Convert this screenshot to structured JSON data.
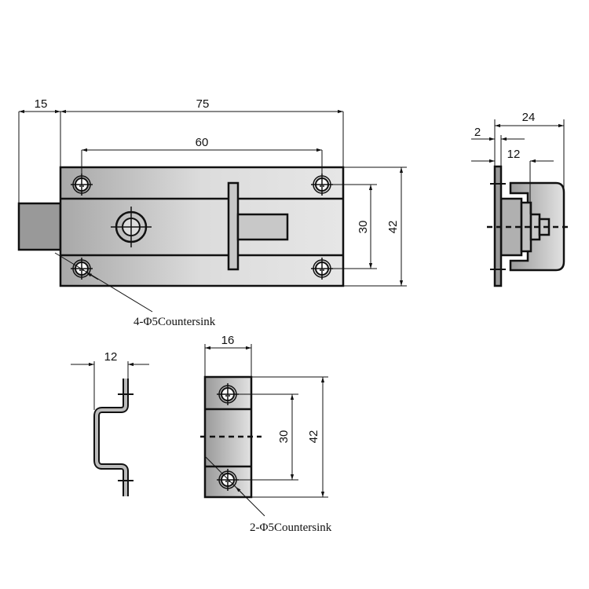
{
  "main_view": {
    "dim_bolt_extension": "15",
    "dim_overall_length": "75",
    "dim_hole_spacing_length": "60",
    "dim_hole_spacing_height": "30",
    "dim_overall_height": "42",
    "hole_note": "4-Φ5Countersink"
  },
  "side_view": {
    "dim_depth": "24",
    "dim_plate_thickness": "2",
    "dim_bolt_offset": "12"
  },
  "keeper_side_view": {
    "dim_offset": "12"
  },
  "keeper_front_view": {
    "dim_width": "16",
    "dim_hole_spacing": "30",
    "dim_height": "42",
    "hole_note": "2-Φ5Countersink"
  },
  "colors": {
    "fill_light": "#e4e4e4",
    "fill_dark": "#9c9c9c",
    "line": "#111111"
  }
}
